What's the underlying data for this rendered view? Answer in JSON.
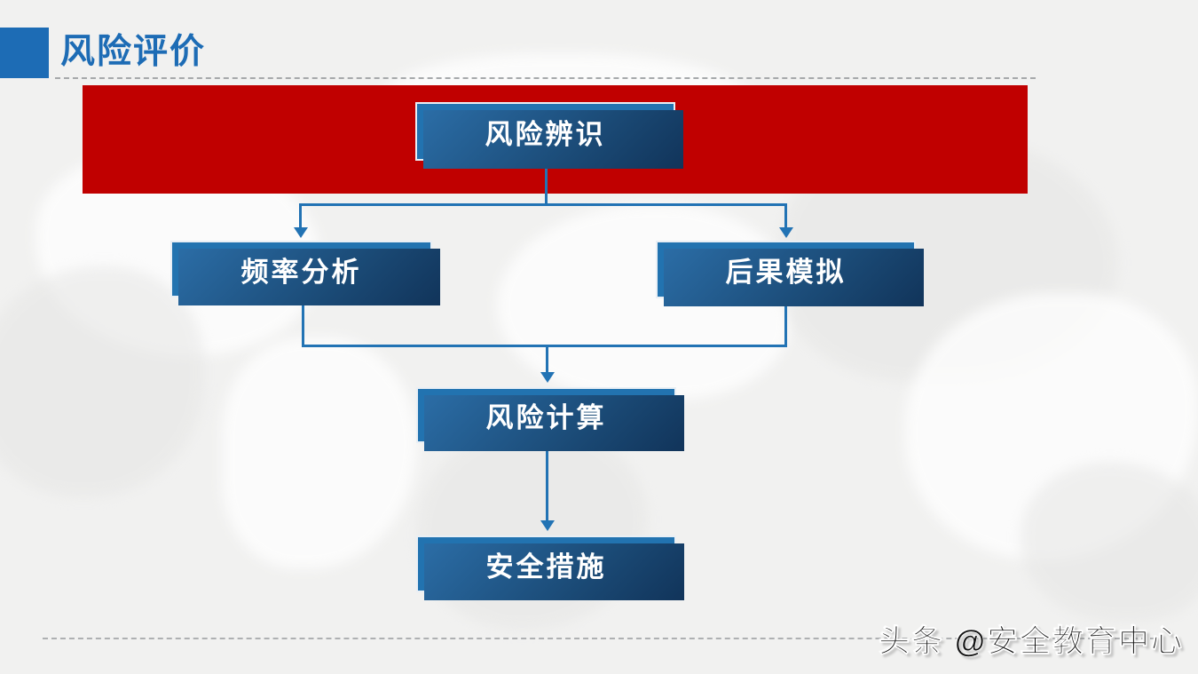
{
  "slide": {
    "title": "风险评价",
    "watermark": "头条 @安全教育中心"
  },
  "flowchart": {
    "type": "flowchart",
    "nodes": [
      {
        "id": "risk-identification",
        "label": "风险辨识"
      },
      {
        "id": "frequency-analysis",
        "label": "频率分析"
      },
      {
        "id": "consequence-simulation",
        "label": "后果模拟"
      },
      {
        "id": "risk-calculation",
        "label": "风险计算"
      },
      {
        "id": "safety-measures",
        "label": "安全措施"
      }
    ],
    "edges": [
      {
        "from": "risk-identification",
        "to": "frequency-analysis"
      },
      {
        "from": "risk-identification",
        "to": "consequence-simulation"
      },
      {
        "from": "frequency-analysis",
        "to": "risk-calculation"
      },
      {
        "from": "consequence-simulation",
        "to": "risk-calculation"
      },
      {
        "from": "risk-calculation",
        "to": "safety-measures"
      }
    ]
  },
  "colors": {
    "title-blue": "#1d6cb5",
    "node-blue": "#2273b0",
    "line-blue": "#2273b4",
    "banner-red": "#c00000"
  }
}
